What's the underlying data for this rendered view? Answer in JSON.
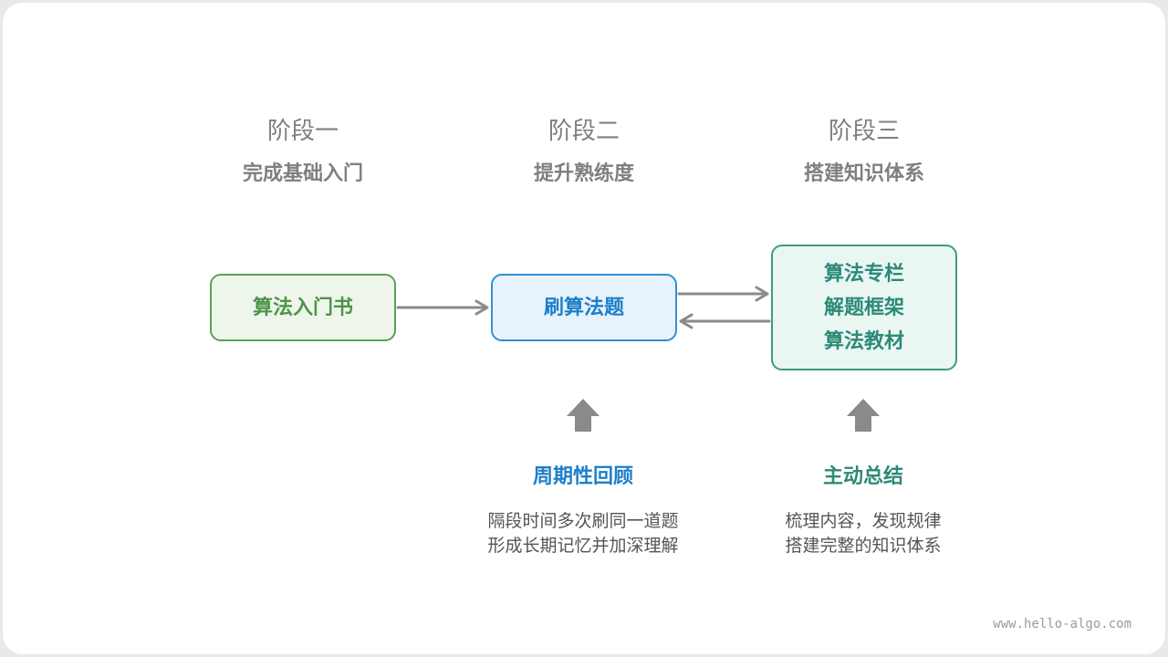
{
  "stages": [
    {
      "label": "阶段一",
      "subtitle": "完成基础入门"
    },
    {
      "label": "阶段二",
      "subtitle": "提升熟练度"
    },
    {
      "label": "阶段三",
      "subtitle": "搭建知识体系"
    }
  ],
  "boxes": {
    "stage1": "算法入门书",
    "stage2": "刷算法题",
    "stage3": [
      "算法专栏",
      "解题框架",
      "算法教材"
    ]
  },
  "methods": [
    {
      "title": "周期性回顾",
      "lines": [
        "隔段时间多次刷同一道题",
        "形成长期记忆并加深理解"
      ]
    },
    {
      "title": "主动总结",
      "lines": [
        "梳理内容，发现规律",
        "搭建完整的知识体系"
      ]
    }
  ],
  "footer": "www.hello-algo.com",
  "colors": {
    "green": "#4e944a",
    "blue": "#1d7fc9",
    "teal": "#2c8a78",
    "arrow": "#8a8a8a",
    "stage_text": "#7f7f7f"
  }
}
